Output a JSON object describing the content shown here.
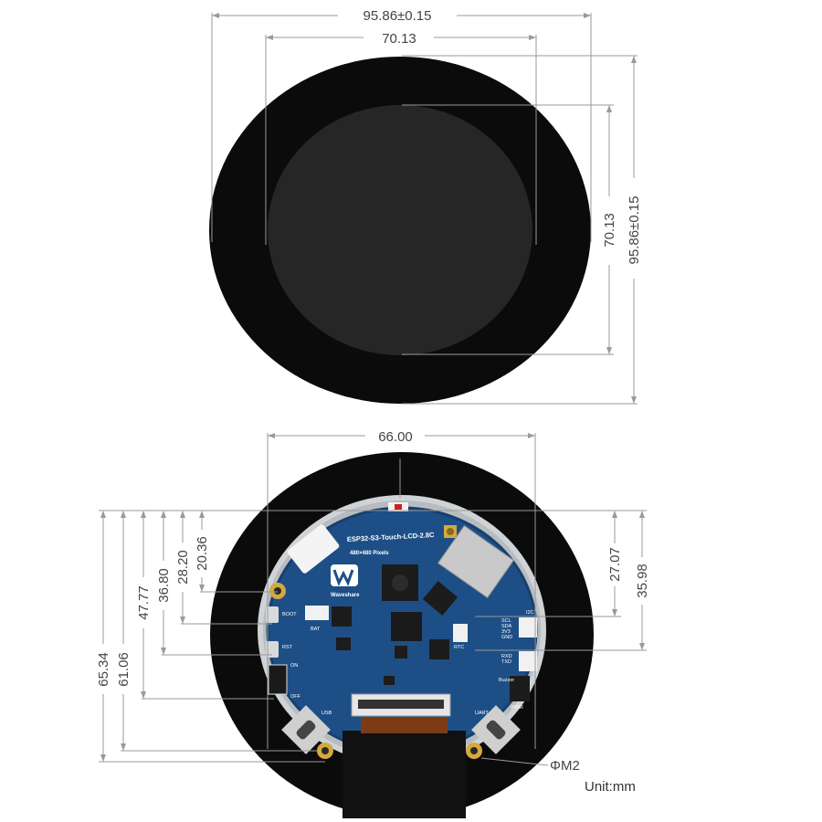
{
  "top_view": {
    "outer_width": "95.86±0.15",
    "inner_width": "70.13",
    "inner_height": "70.13",
    "outer_height": "95.86±0.15"
  },
  "bottom_view": {
    "board_width": "66.00",
    "right_dims": [
      "27.07",
      "35.98"
    ],
    "left_dims": [
      "65.34",
      "61.06",
      "47.77",
      "36.80",
      "28.20",
      "20.36"
    ],
    "hole_label": "ΦM2",
    "unit_label": "Unit:mm"
  },
  "board": {
    "model": "ESP32-S3-Touch-LCD-2.8C",
    "resolution": "480×480 Pixels",
    "brand": "Waveshare",
    "silkscreen": [
      "BOOT",
      "BAT",
      "RST",
      "ON",
      "OFF",
      "USB",
      "UART",
      "I2C",
      "SCL",
      "SDA",
      "3V3",
      "GND",
      "RXD",
      "TXD",
      "Buzzer",
      "RTC",
      "PWR"
    ]
  },
  "colors": {
    "bezel": "#0b0b0b",
    "screen": "#262626",
    "pcb": "#1d4f86",
    "dimension_line": "#9a9a9a"
  }
}
